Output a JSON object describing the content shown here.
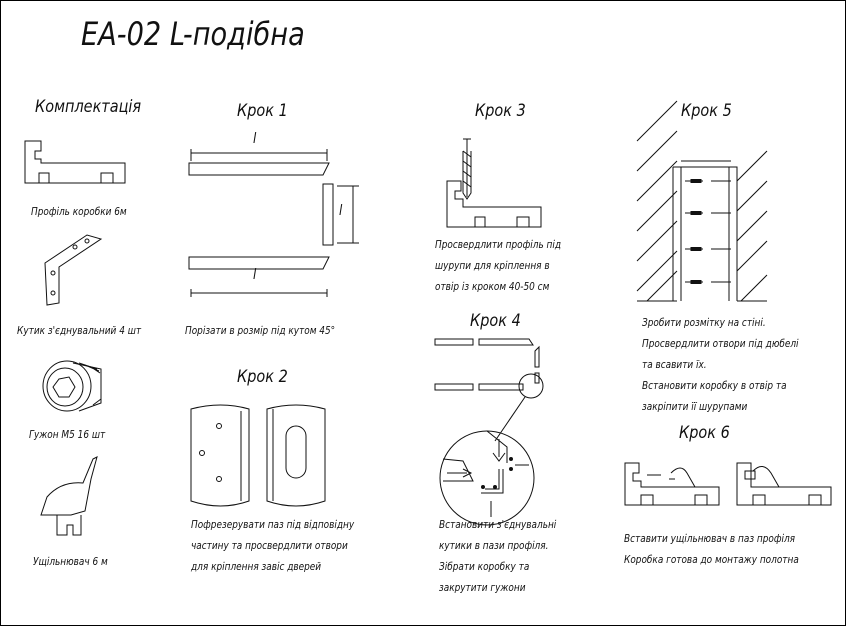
{
  "title": "EA-02 L-подібна",
  "kit": {
    "heading": "Комплектація",
    "items": [
      {
        "label": "Профіль коробки 6м"
      },
      {
        "label": "Кутик з'єднувальний 4 шт"
      },
      {
        "label": "Гужон М5  16 шт"
      },
      {
        "label": "Ущільнювач 6 м"
      }
    ]
  },
  "steps": {
    "step1": {
      "heading": "Крок 1",
      "dim_label": "l",
      "lines": [
        "Порізати в розмір під кутом 45°"
      ]
    },
    "step2": {
      "heading": "Крок 2",
      "lines": [
        "Пофрезерувати паз під відповідну",
        "частину та просвердлити отвори",
        "для кріплення завіс дверей"
      ]
    },
    "step3": {
      "heading": "Крок 3",
      "lines": [
        "Просвердлити профіль під",
        "шурупи для кріплення в",
        "отвір із кроком 40-50 см"
      ]
    },
    "step4": {
      "heading": "Крок 4",
      "lines": [
        "Встановити з'єднувальні",
        "кутики в пази профіля.",
        "Зібрати коробку та",
        "закрутити гужони"
      ]
    },
    "step5": {
      "heading": "Крок 5",
      "lines": [
        "Зробити розмітку на стіні.",
        "Просвердлити отвори під дюбелі",
        "та всавити їх.",
        "Встановити коробку в отвір та",
        "закріпити її шурупами"
      ]
    },
    "step6": {
      "heading": "Крок 6",
      "lines": [
        "Вставити ущільнювач в паз профіля",
        "Коробка готова до монтажу полотна"
      ]
    }
  }
}
